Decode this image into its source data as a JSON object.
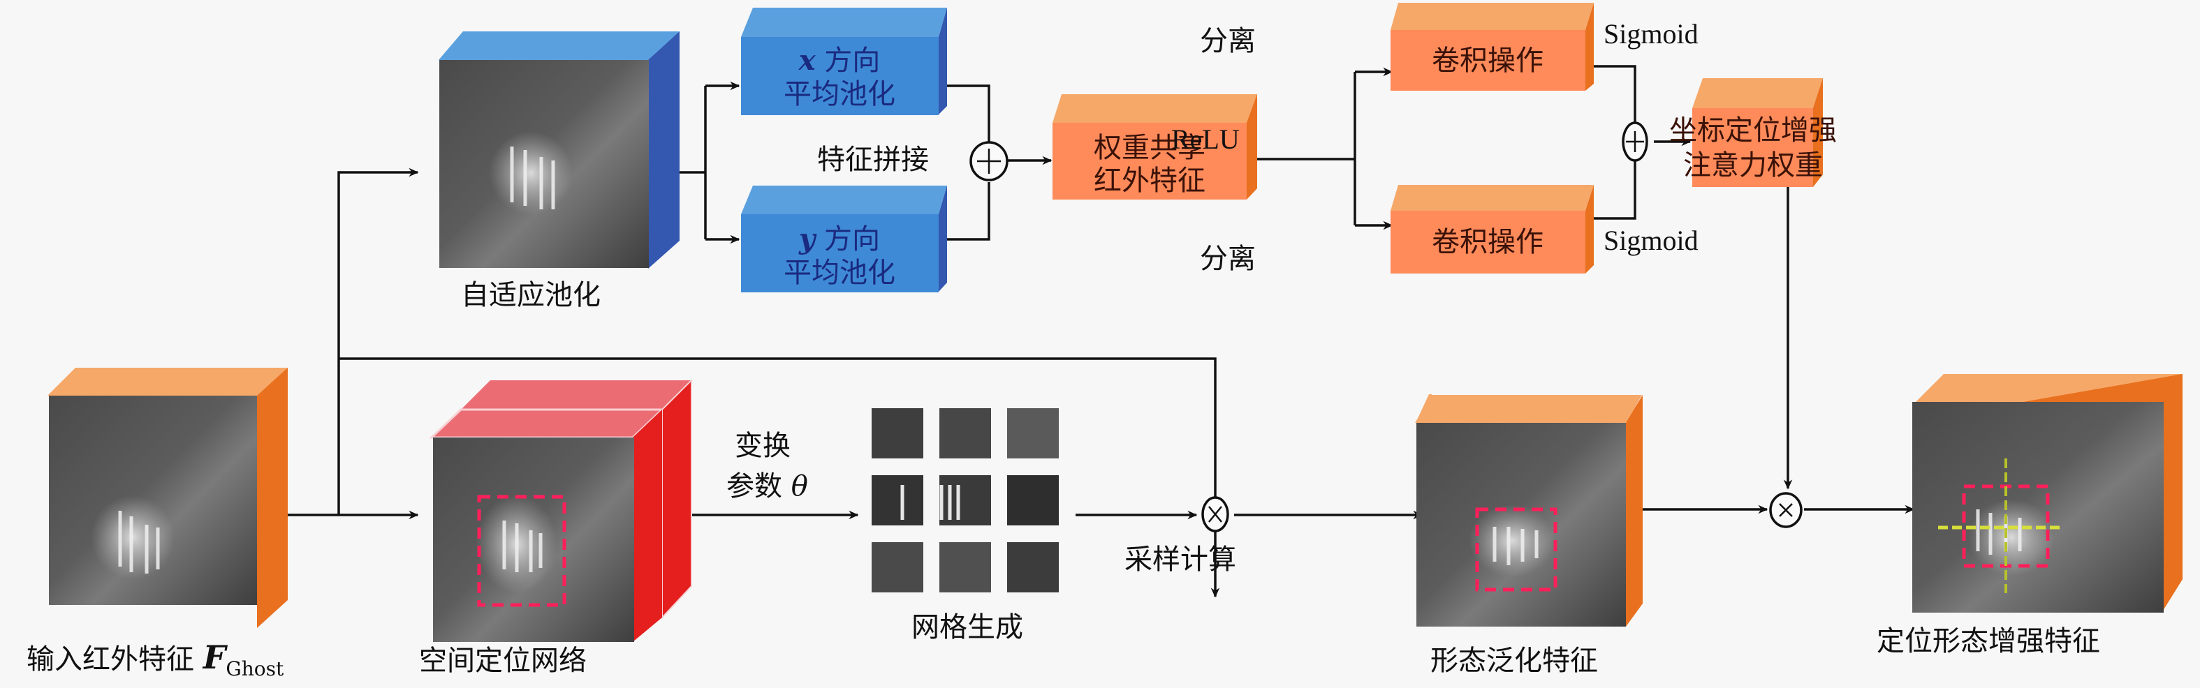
{
  "title": "Infrared feature localization and morphology enhancement module",
  "colors": {
    "orange_front": "#ff8a5a",
    "orange_top": "#f6a869",
    "orange_side": "#e8701e",
    "blue_front": "#3f8ad6",
    "blue_top": "#5aa0de",
    "blue_side": "#3457b0",
    "red_top": "#ec6c74",
    "red_side": "#e51e1e",
    "box_text_dark": "#3a1208",
    "blue_text": "#1a2a80",
    "dash_red": "#ff1f5a",
    "line": "#111111"
  },
  "nodes": {
    "input": {
      "label": "输入红外特征 ",
      "symbol": "F",
      "subscript": "Ghost"
    },
    "adaptive_pool": {
      "label": "自适应池化"
    },
    "x_pool": {
      "var": "x",
      "line1": " 方向",
      "line2": "平均池化"
    },
    "y_pool": {
      "var": "y",
      "line1": " 方向",
      "line2": "平均池化"
    },
    "concat": {
      "label": "特征拼接",
      "operator": "+"
    },
    "shared": {
      "line1": "权重共享",
      "line2": "红外特征"
    },
    "relu": {
      "label": "ReLU"
    },
    "split_top": {
      "label": "分离"
    },
    "split_bottom": {
      "label": "分离"
    },
    "conv_top": {
      "label": "卷积操作"
    },
    "conv_bottom": {
      "label": "卷积操作"
    },
    "sigmoid_top": {
      "label": "Sigmoid"
    },
    "sigmoid_bottom": {
      "label": "Sigmoid"
    },
    "add2": {
      "operator": "+"
    },
    "coord_weight": {
      "line1": "坐标定位增强",
      "line2": "注意力权重"
    },
    "stn": {
      "label": "空间定位网络"
    },
    "transform": {
      "line1": "变换",
      "line2": "参数 ",
      "theta": "θ"
    },
    "grid": {
      "label": "网格生成"
    },
    "sampler": {
      "label": "采样计算",
      "operator": "×"
    },
    "morph": {
      "label": "形态泛化特征"
    },
    "mult2": {
      "operator": "×"
    },
    "output": {
      "label": "定位形态增强特征"
    }
  }
}
